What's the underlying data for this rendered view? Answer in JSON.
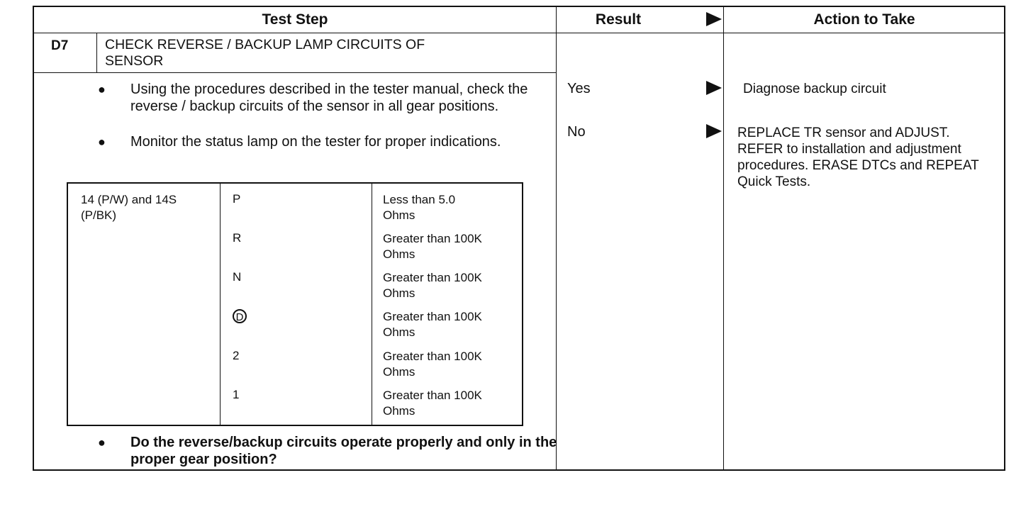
{
  "header": {
    "test_step": "Test Step",
    "result": "Result",
    "action": "Action to Take"
  },
  "step": {
    "id": "D7",
    "title_line1": "CHECK REVERSE / BACKUP LAMP CIRCUITS OF",
    "title_line2": "SENSOR"
  },
  "instructions": [
    "Using the procedures described in the tester manual, check the reverse / backup circuits of the sensor in all gear positions.",
    "Monitor the status lamp on the tester for proper indications."
  ],
  "question": "Do the reverse/backup circuits operate properly and only in the proper gear position?",
  "table": {
    "circuit_line1": "14 (P/W) and 14S",
    "circuit_line2": "(P/BK)",
    "rows": [
      {
        "gear": "P",
        "value_line1": "Less than 5.0",
        "value_line2": "Ohms"
      },
      {
        "gear": "R",
        "value_line1": "Greater than 100K",
        "value_line2": "Ohms"
      },
      {
        "gear": "N",
        "value_line1": "Greater than 100K",
        "value_line2": "Ohms"
      },
      {
        "gear": "D",
        "value_line1": "Greater than 100K",
        "value_line2": "Ohms"
      },
      {
        "gear": "2",
        "value_line1": "Greater than 100K",
        "value_line2": "Ohms"
      },
      {
        "gear": "1",
        "value_line1": "Greater than 100K",
        "value_line2": "Ohms"
      }
    ]
  },
  "results": [
    {
      "label": "Yes",
      "action": "Diagnose backup circuit"
    },
    {
      "label": "No",
      "action": "REPLACE TR sensor and ADJUST. REFER to installation and adjustment procedures. ERASE DTCs and REPEAT Quick Tests."
    }
  ],
  "bullet_glyph": "●"
}
